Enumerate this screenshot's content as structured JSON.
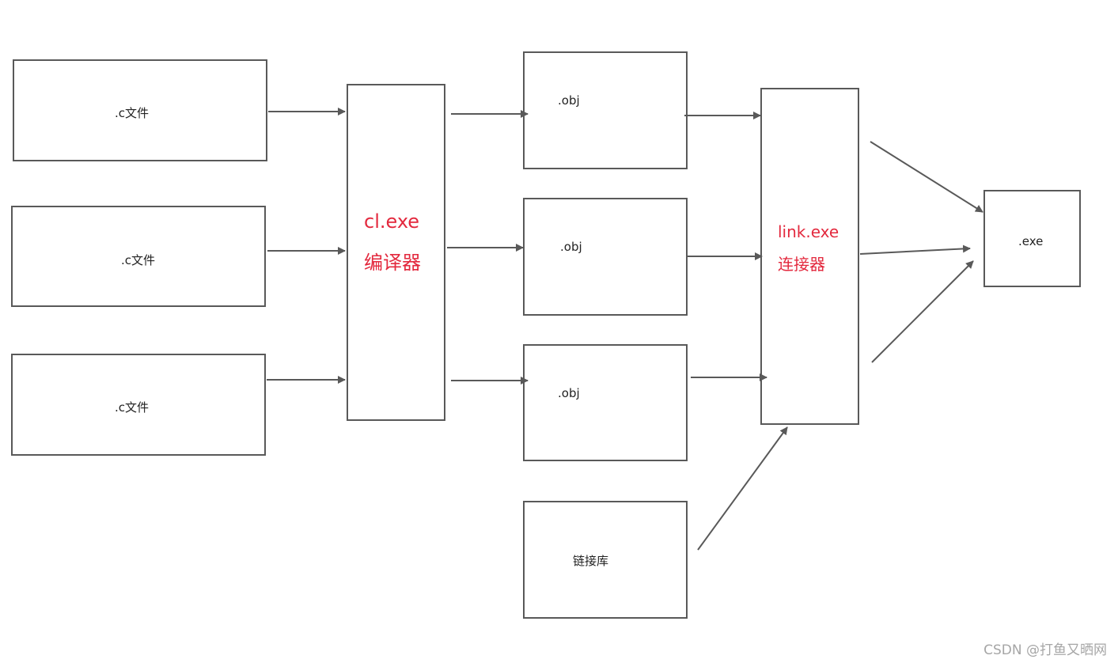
{
  "sources": [
    {
      "label": ".c文件"
    },
    {
      "label": ".c文件"
    },
    {
      "label": ".c文件"
    }
  ],
  "compiler": {
    "name": "cl.exe",
    "role": "编译器"
  },
  "objects": [
    {
      "label": ".obj"
    },
    {
      "label": ".obj"
    },
    {
      "label": ".obj"
    }
  ],
  "library": {
    "label": "链接库"
  },
  "linker": {
    "name": "link.exe",
    "role": "连接器"
  },
  "output": {
    "label": ".exe"
  },
  "watermark": "CSDN @打鱼又晒网",
  "colors": {
    "border": "#595959",
    "arrow": "#595959",
    "highlight": "#e3293e",
    "watermark": "#a6a6a6"
  }
}
